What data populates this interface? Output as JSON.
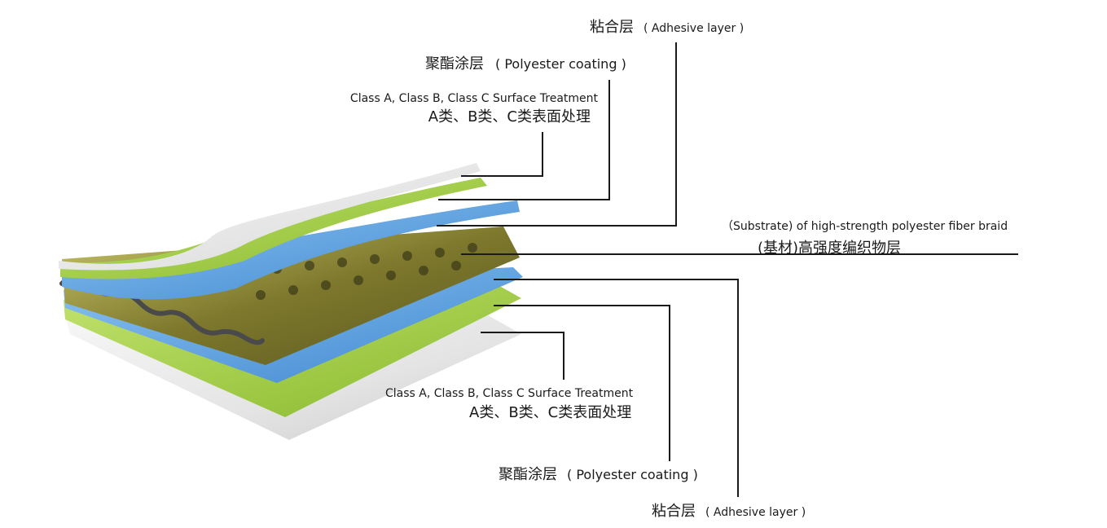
{
  "labels": {
    "top_adhesive_cn": "粘合层",
    "top_adhesive_en": "( Adhesive layer )",
    "top_coating_cn": "聚酯涂层",
    "top_coating_en": "( Polyester coating )",
    "top_treatment_en": "Class A, Class B, Class C Surface Treatment",
    "top_treatment_cn": "A类、B类、C类表面处理",
    "substrate_en": "（Substrate) of high-strength polyester fiber braid",
    "substrate_cn": "(基材)高强度编织物层",
    "bottom_treatment_en": "Class A, Class B, Class C Surface Treatment",
    "bottom_treatment_cn": "A类、B类、C类表面处理",
    "bottom_coating_cn": "聚酯涂层",
    "bottom_coating_en": "( Polyester coating )",
    "bottom_adhesive_cn": "粘合层",
    "bottom_adhesive_en": "( Adhesive layer )"
  },
  "colors": {
    "treatment_layer": "#e6e7e6",
    "coating_layer": "#9ccc3c",
    "adhesive_layer": "#5aa0e0",
    "substrate": "#6d6a24",
    "leader_line": "#1a1a1a"
  }
}
